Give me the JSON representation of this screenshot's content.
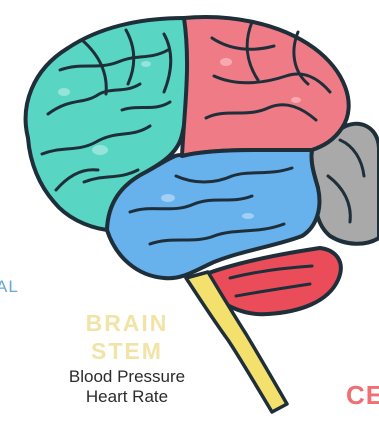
{
  "diagram": {
    "labels": {
      "left_cut": "AL",
      "brainstem_line1": "BRAIN",
      "brainstem_line2": "STEM",
      "function_line1": "Blood Pressure",
      "function_line2": "Heart Rate",
      "right_cut": "CE"
    },
    "colors": {
      "frontal": "#59d5c4",
      "parietal": "#ef7b86",
      "occipital": "#a9a9a9",
      "temporal": "#67b1ec",
      "cerebellum": "#ea4d59",
      "brainstem": "#f4e06d",
      "outline": "#1f2f3a"
    }
  }
}
